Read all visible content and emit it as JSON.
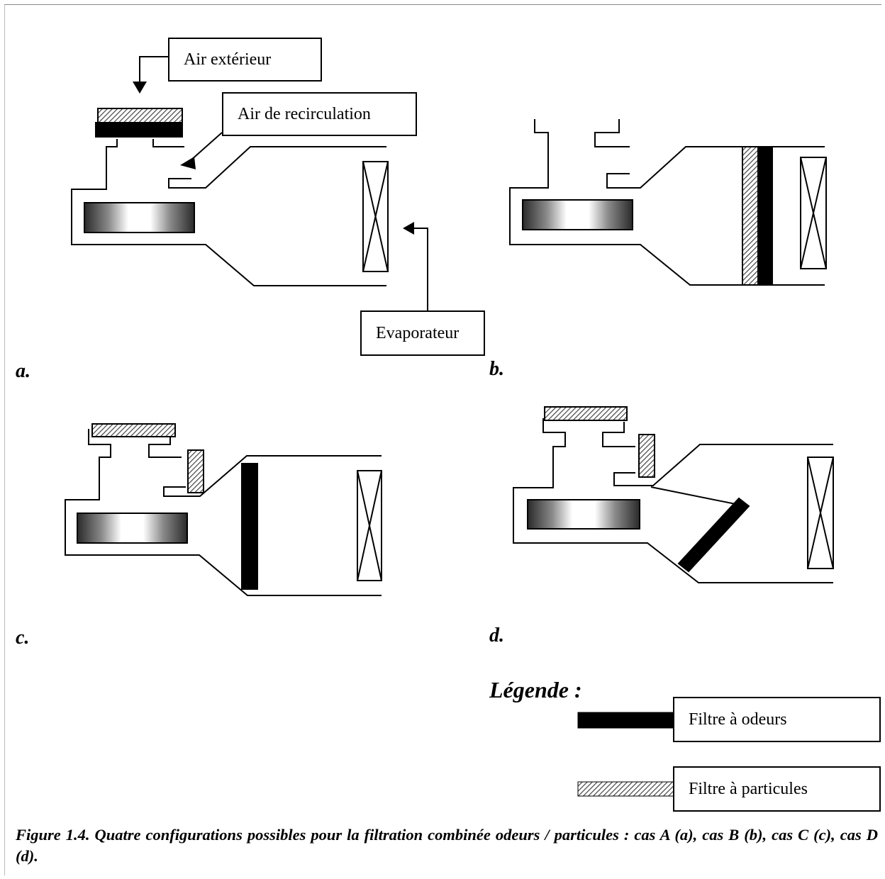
{
  "labels": {
    "air_exterieur": "Air extérieur",
    "air_recirculation": "Air de recirculation",
    "evaporateur": "Evaporateur"
  },
  "panels": {
    "a": "a.",
    "b": "b.",
    "c": "c.",
    "d": "d."
  },
  "legend": {
    "title": "Légende :",
    "odor_filter": "Filtre à odeurs",
    "particle_filter": "Filtre à particules"
  },
  "caption": "Figure 1.4. Quatre configurations possibles pour la filtration combinée odeurs / particules : cas A (a), cas B (b), cas C (c), cas D (d).",
  "colors": {
    "odor_filter": "#000000",
    "particle_filter_hatch": "#555555",
    "line": "#000000"
  }
}
